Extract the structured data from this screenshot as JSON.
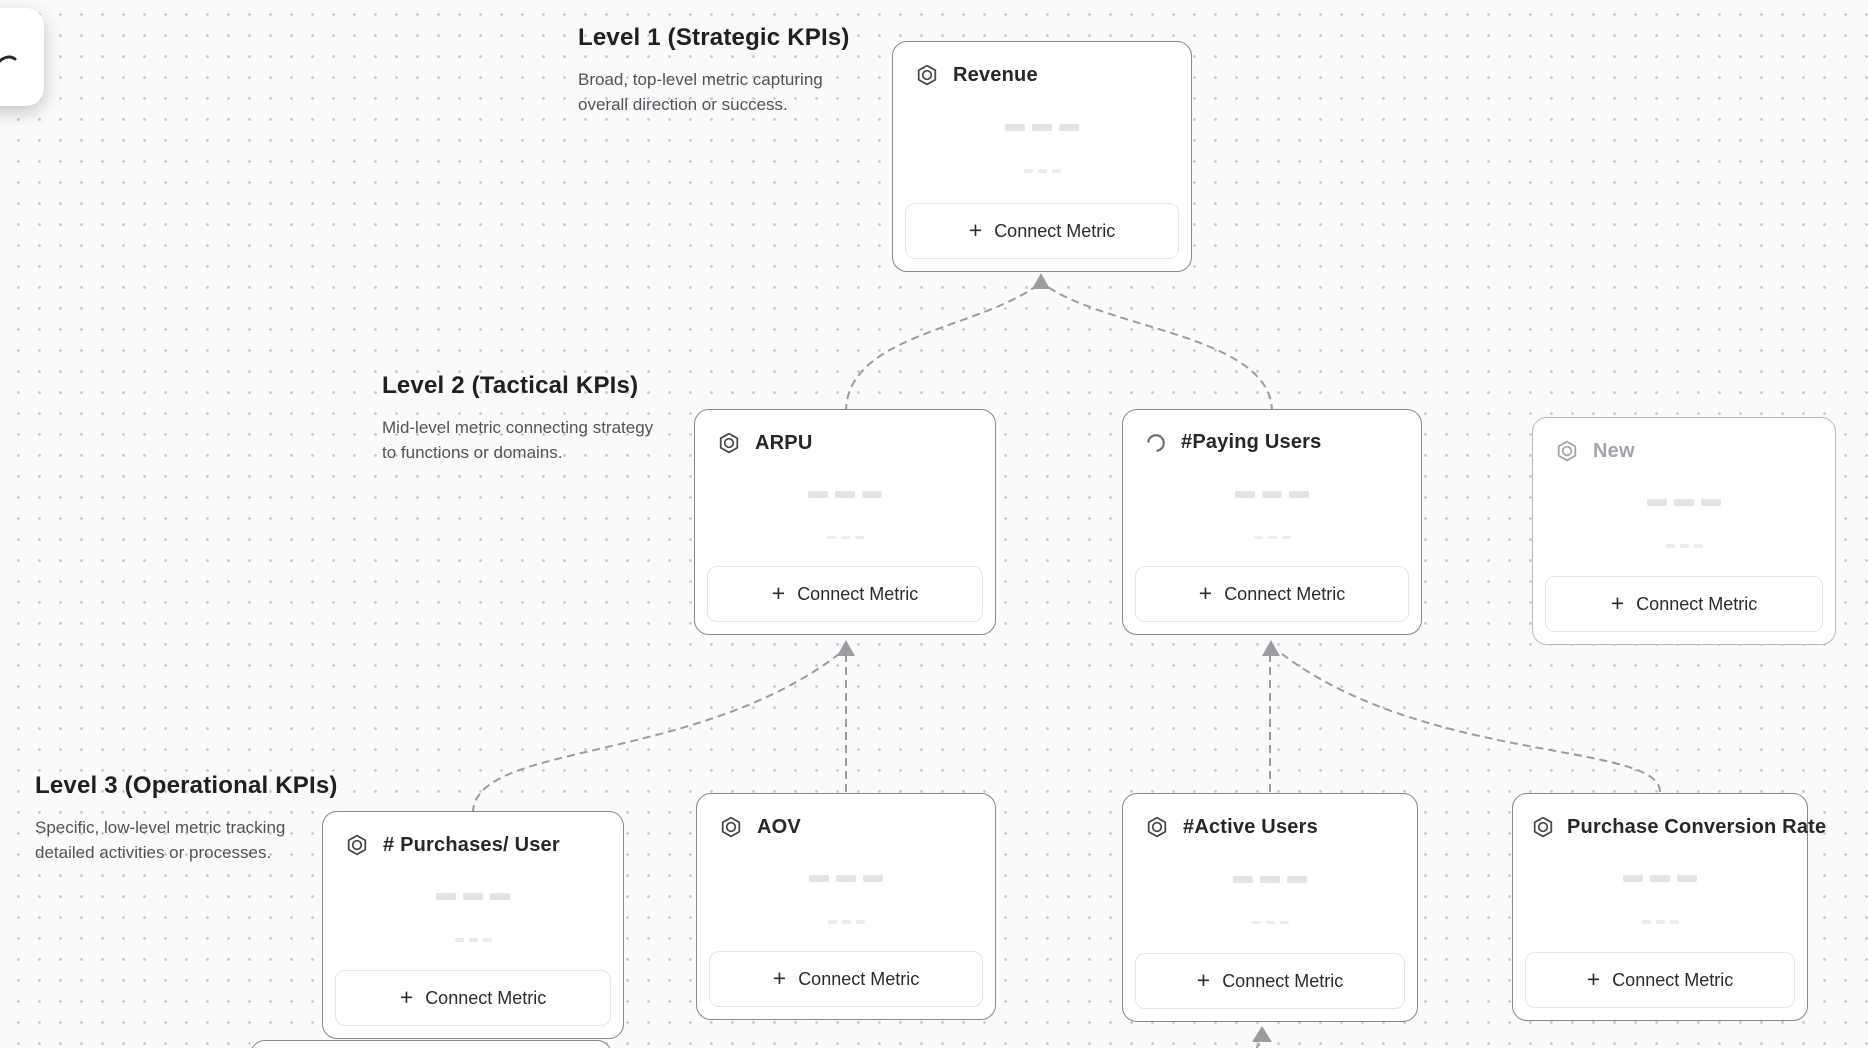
{
  "canvas": {
    "background": "#fafafa",
    "dot_color": "#c5c5ca",
    "edge_color": "#9b9ba2"
  },
  "levels": [
    {
      "title": "Level 1 (Strategic KPIs)",
      "description": "Broad, top-level metric capturing overall direction or success."
    },
    {
      "title": "Level 2 (Tactical KPIs)",
      "description": "Mid-level metric connecting strategy to functions or domains."
    },
    {
      "title": "Level 3 (Operational KPIs)",
      "description": "Specific, low-level metric tracking detailed activities or processes."
    }
  ],
  "nodes": [
    {
      "id": "revenue",
      "title": "Revenue",
      "icon": "metric-hexagon-icon",
      "level": 1
    },
    {
      "id": "arpu",
      "title": "ARPU",
      "icon": "metric-hexagon-icon",
      "level": 2
    },
    {
      "id": "paying-users",
      "title": "#Paying Users",
      "icon": "loading-spinner-icon",
      "level": 2
    },
    {
      "id": "new",
      "title": "New",
      "icon": "metric-hexagon-icon",
      "level": 2,
      "state": "draft"
    },
    {
      "id": "purchases-per-user",
      "title": "# Purchases/ User",
      "icon": "metric-hexagon-icon",
      "level": 3
    },
    {
      "id": "aov",
      "title": "AOV",
      "icon": "metric-hexagon-icon",
      "level": 3
    },
    {
      "id": "active-users",
      "title": "#Active Users",
      "icon": "metric-hexagon-icon",
      "level": 3
    },
    {
      "id": "purchase-conversion-rate",
      "title": "Purchase Conversion Rate",
      "icon": "metric-hexagon-icon",
      "level": 3
    }
  ],
  "ui": {
    "plus": "+",
    "connect_metric": "Connect Metric"
  }
}
